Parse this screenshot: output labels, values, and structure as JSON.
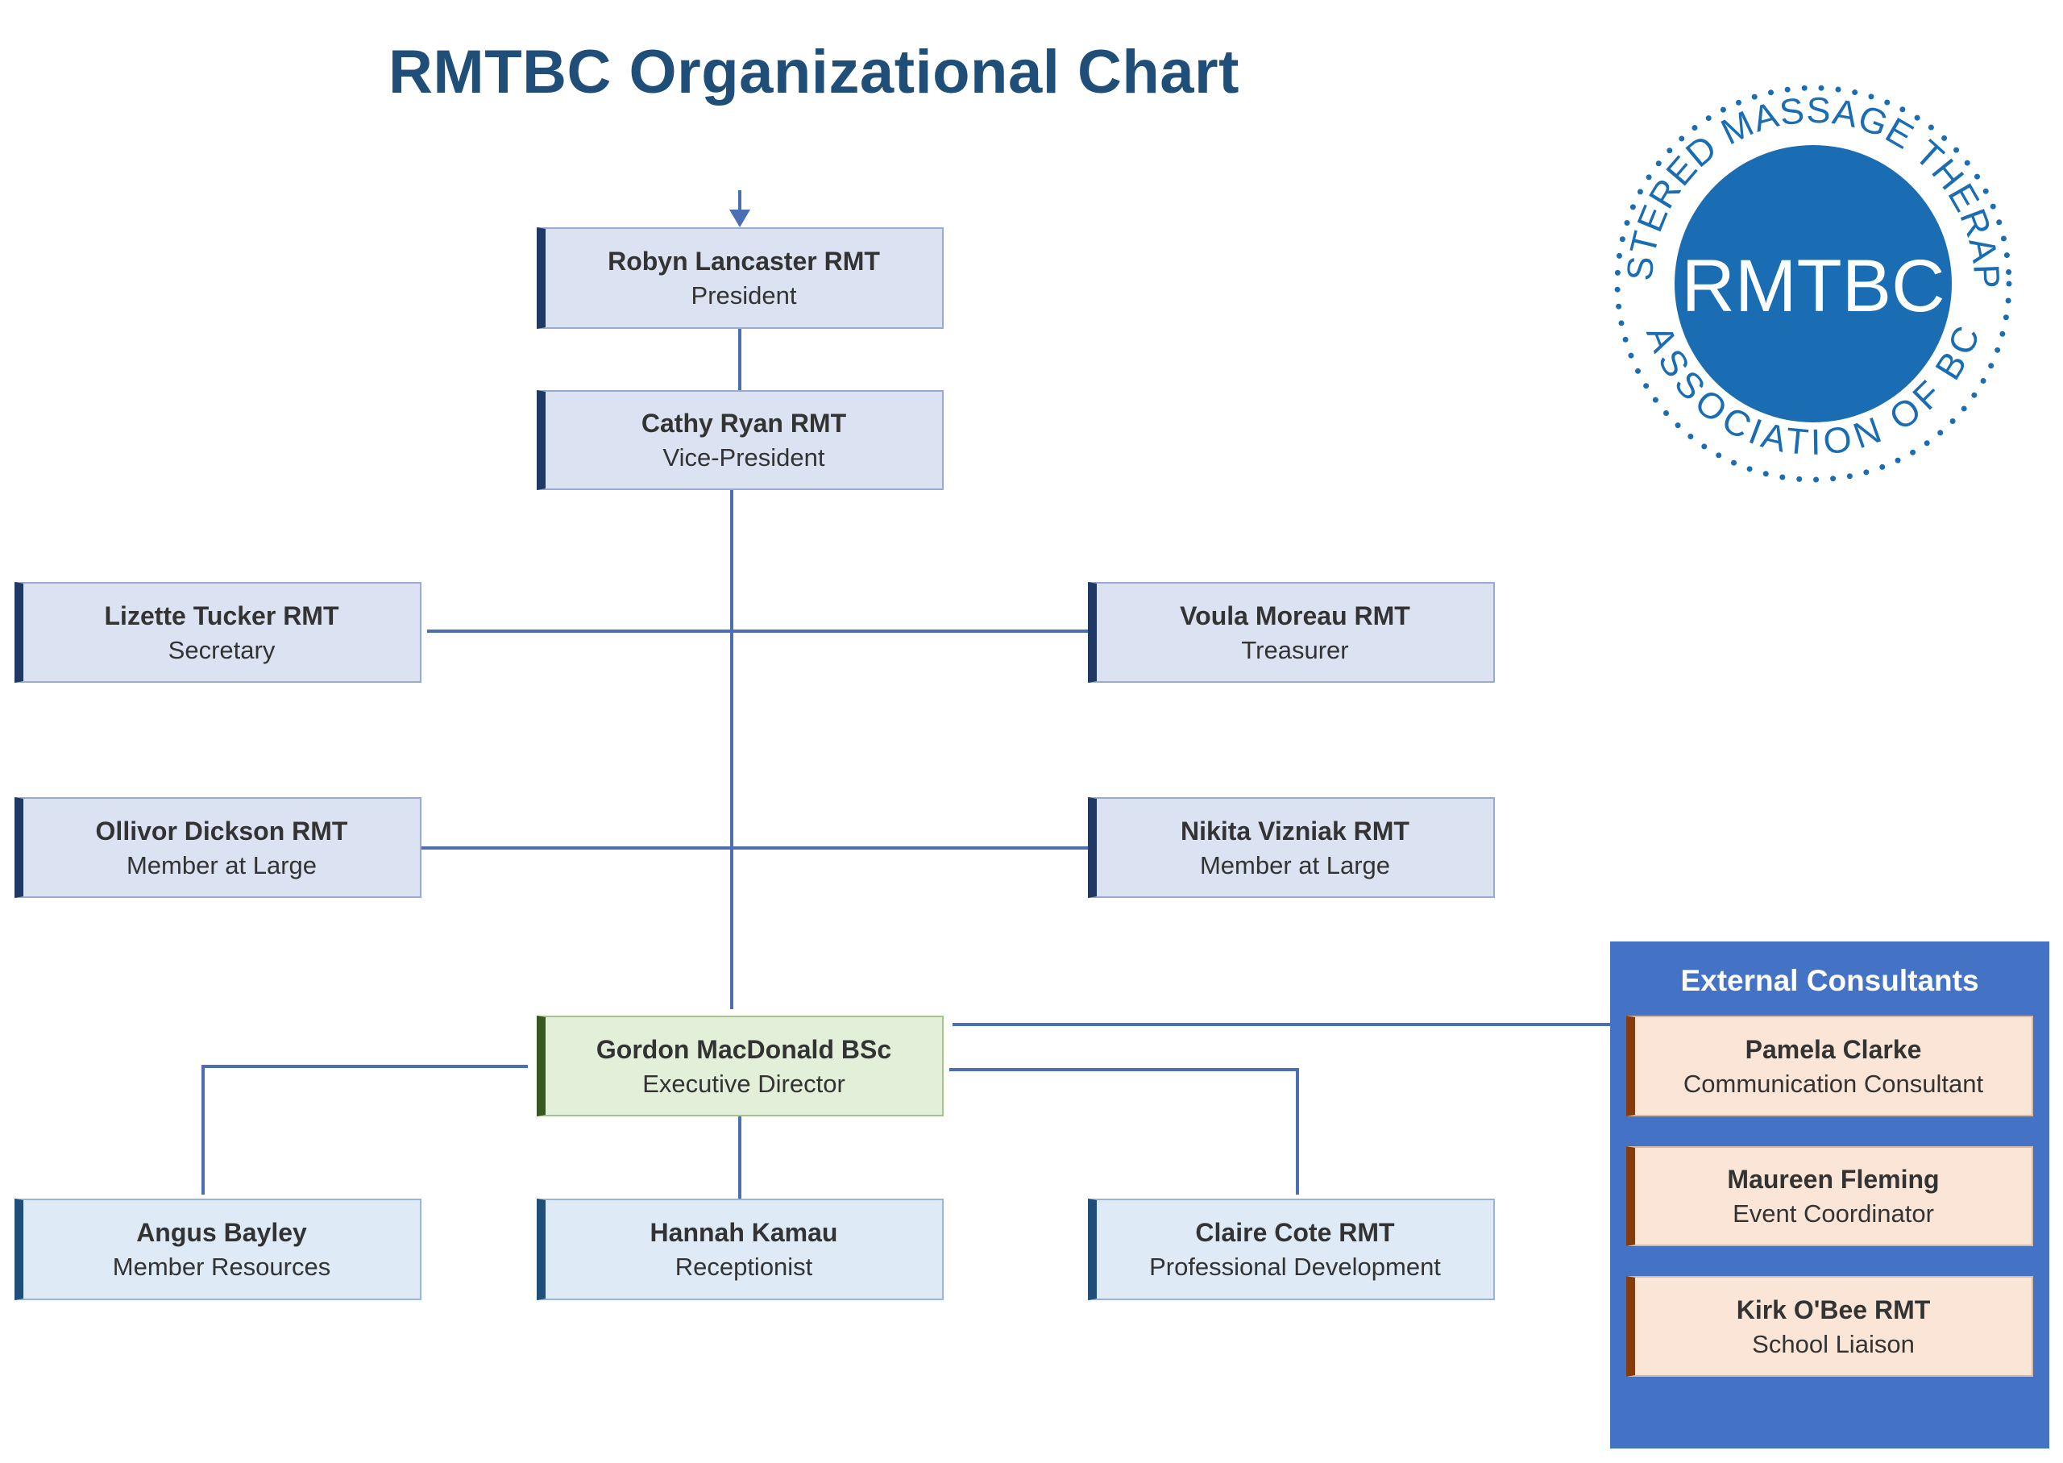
{
  "title": "RMTBC Organizational Chart",
  "logo": {
    "center_text": "RMTBC",
    "ring_top_text": "REGISTERED MASSAGE THERAPISTS",
    "ring_bottom_text": "ASSOCIATION OF BC",
    "color": "#1a6cb3"
  },
  "board": {
    "president": {
      "name": "Robyn Lancaster RMT",
      "role": "President"
    },
    "vice_president": {
      "name": "Cathy Ryan RMT",
      "role": "Vice-President"
    },
    "secretary": {
      "name": "Lizette Tucker RMT",
      "role": "Secretary"
    },
    "treasurer": {
      "name": "Voula Moreau RMT",
      "role": "Treasurer"
    },
    "member_at_large_1": {
      "name": "Ollivor Dickson RMT",
      "role": "Member at Large"
    },
    "member_at_large_2": {
      "name": "Nikita Vizniak RMT",
      "role": "Member at Large"
    }
  },
  "executive_director": {
    "name": "Gordon MacDonald BSc",
    "role": "Executive Director"
  },
  "staff": [
    {
      "name": "Angus Bayley",
      "role": "Member Resources"
    },
    {
      "name": "Hannah Kamau",
      "role": "Receptionist"
    },
    {
      "name": "Claire Cote RMT",
      "role": "Professional Development"
    }
  ],
  "external_consultants": {
    "title": "External Consultants",
    "members": [
      {
        "name": "Pamela Clarke",
        "role": "Communication Consultant"
      },
      {
        "name": "Maureen Fleming",
        "role": "Event Coordinator"
      },
      {
        "name": "Kirk O'Bee RMT",
        "role": "School Liaison"
      }
    ]
  },
  "colors": {
    "title": "#1f4e79",
    "connector": "#4a6fb5",
    "board_fill": "#dbe2f1",
    "exec_fill": "#e2efd9",
    "staff_fill": "#deeaf6",
    "consultant_fill": "#fbe5d6",
    "panel_fill": "#4472c4"
  }
}
